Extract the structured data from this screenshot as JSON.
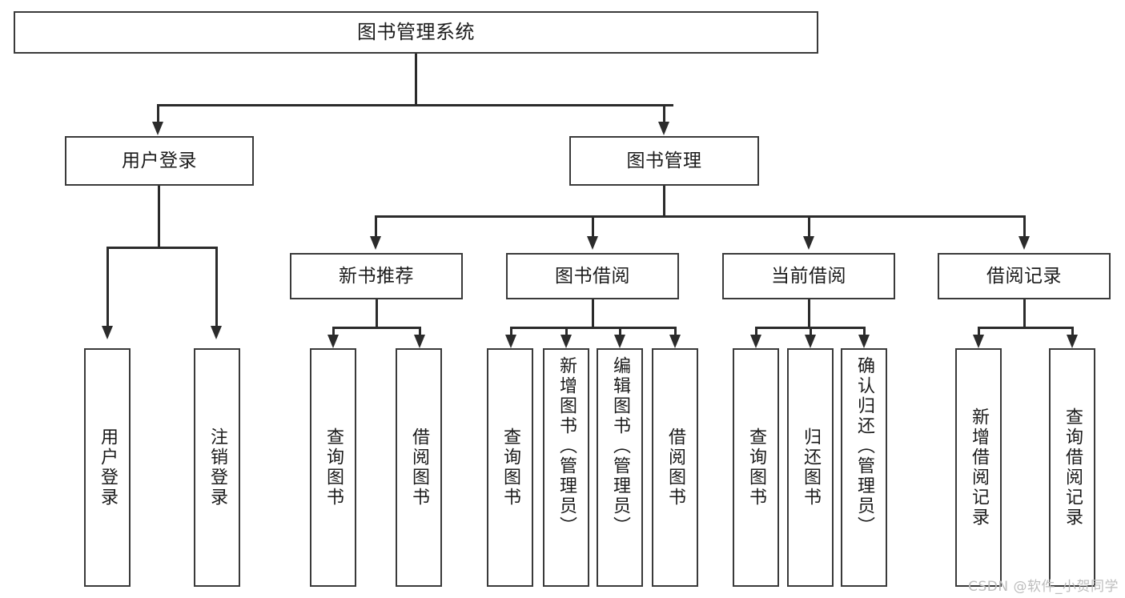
{
  "diagram": {
    "title": "图书管理系统",
    "type": "tree",
    "root": {
      "label": "图书管理系统"
    },
    "level2": [
      {
        "label": "用户登录"
      },
      {
        "label": "图书管理"
      }
    ],
    "level3": [
      {
        "label": "新书推荐"
      },
      {
        "label": "图书借阅"
      },
      {
        "label": "当前借阅"
      },
      {
        "label": "借阅记录"
      }
    ],
    "leaves": {
      "user_login": [
        {
          "label": "用户登录"
        },
        {
          "label": "注销登录"
        }
      ],
      "new_book_recommend": [
        {
          "label": "查询图书"
        },
        {
          "label": "借阅图书"
        }
      ],
      "book_borrow": [
        {
          "label": "查询图书"
        },
        {
          "label": "新增图书（管理员）"
        },
        {
          "label": "编辑图书（管理员）"
        },
        {
          "label": "借阅图书"
        }
      ],
      "current_borrow": [
        {
          "label": "查询图书"
        },
        {
          "label": "归还图书"
        },
        {
          "label": "确认归还（管理员）"
        }
      ],
      "borrow_record": [
        {
          "label": "新增借阅记录"
        },
        {
          "label": "查询借阅记录"
        }
      ]
    }
  },
  "watermark": {
    "text": "CSDN @软件_小贺同学"
  },
  "colors": {
    "box_border": "#3a3a3a",
    "line": "#2b2b2b",
    "background": "#ffffff",
    "text": "#1b1b1b",
    "watermark": "#bdbdbd"
  }
}
